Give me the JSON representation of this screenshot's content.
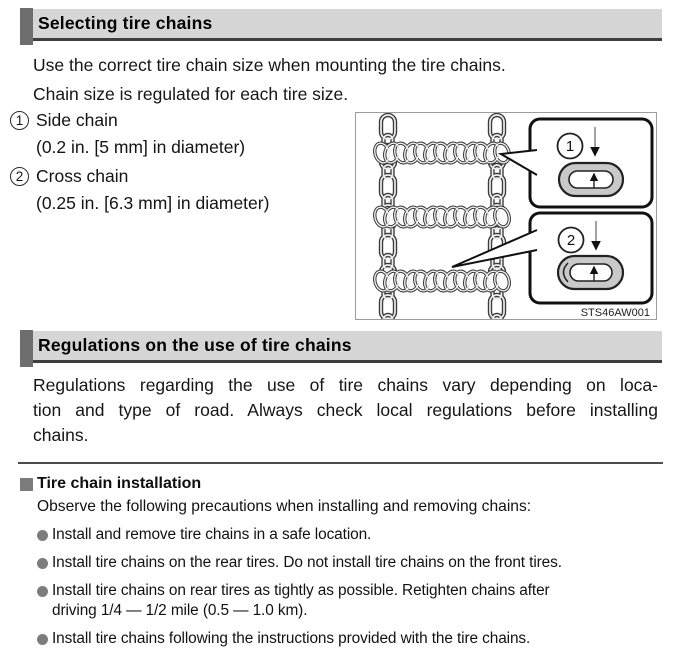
{
  "sections": {
    "selecting": {
      "title": "Selecting tire chains",
      "lines": [
        "Use the correct tire chain size when mounting the tire chains.",
        "Chain size is regulated for each tire size."
      ],
      "items": [
        {
          "num": "1",
          "label": "Side chain",
          "detail": "(0.2 in. [5 mm] in diameter)"
        },
        {
          "num": "2",
          "label": "Cross chain",
          "detail": "(0.25 in. [6.3 mm] in diameter)"
        }
      ]
    },
    "regulations": {
      "title": "Regulations on the use of tire chains",
      "lines": [
        "Regulations regarding the use of tire chains vary depending on loca-",
        "tion and type of road. Always check local regulations before installing",
        "chains."
      ]
    }
  },
  "figure": {
    "caption": "STS46AW001",
    "callout_1": "1",
    "callout_2": "2"
  },
  "precautions": {
    "title": "Tire chain installation",
    "intro": "Observe the following precautions when installing and removing chains:",
    "bullets": [
      {
        "lines": [
          "Install and remove tire chains in a safe location."
        ]
      },
      {
        "lines": [
          "Install tire chains on the rear tires. Do not install tire chains on the front tires."
        ]
      },
      {
        "lines": [
          "Install tire chains on rear tires as tightly as possible. Retighten chains after",
          "driving 1/4 — 1/2 mile (0.5 — 1.0 km)."
        ]
      },
      {
        "lines": [
          "Install tire chains following the instructions provided with the tire chains."
        ]
      }
    ]
  },
  "colors": {
    "accent_gray": "#6e6e6e",
    "bar_gray": "#d6d6d6",
    "bullet_gray": "#7c7c7c",
    "link_ring_gray": "#c9c9c9"
  }
}
